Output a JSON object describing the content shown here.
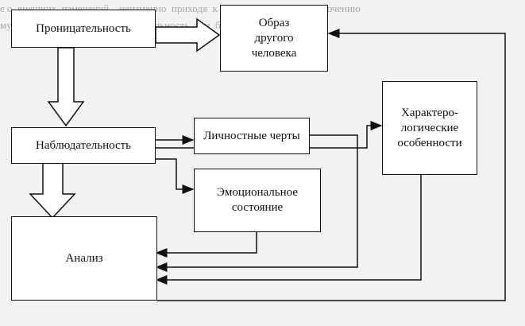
{
  "boxes": {
    "insight": "Проницательность",
    "image": "Образ\nдругого\nчеловека",
    "traits": "Личностные черты",
    "observation": "Наблюдательность",
    "character": "Характеро-\nлогические\nособенности",
    "emotional": "Эмоциональное\nсостояние",
    "analysis": "Анализ"
  },
  "background_lines": [
    "е о  внешних  изменений ,  неизменно  приходя  к  проницательному  заключению",
    "мулируют интуитивную проницательность  тем  больше  чем  в  ситуации ",
    "  "
  ]
}
